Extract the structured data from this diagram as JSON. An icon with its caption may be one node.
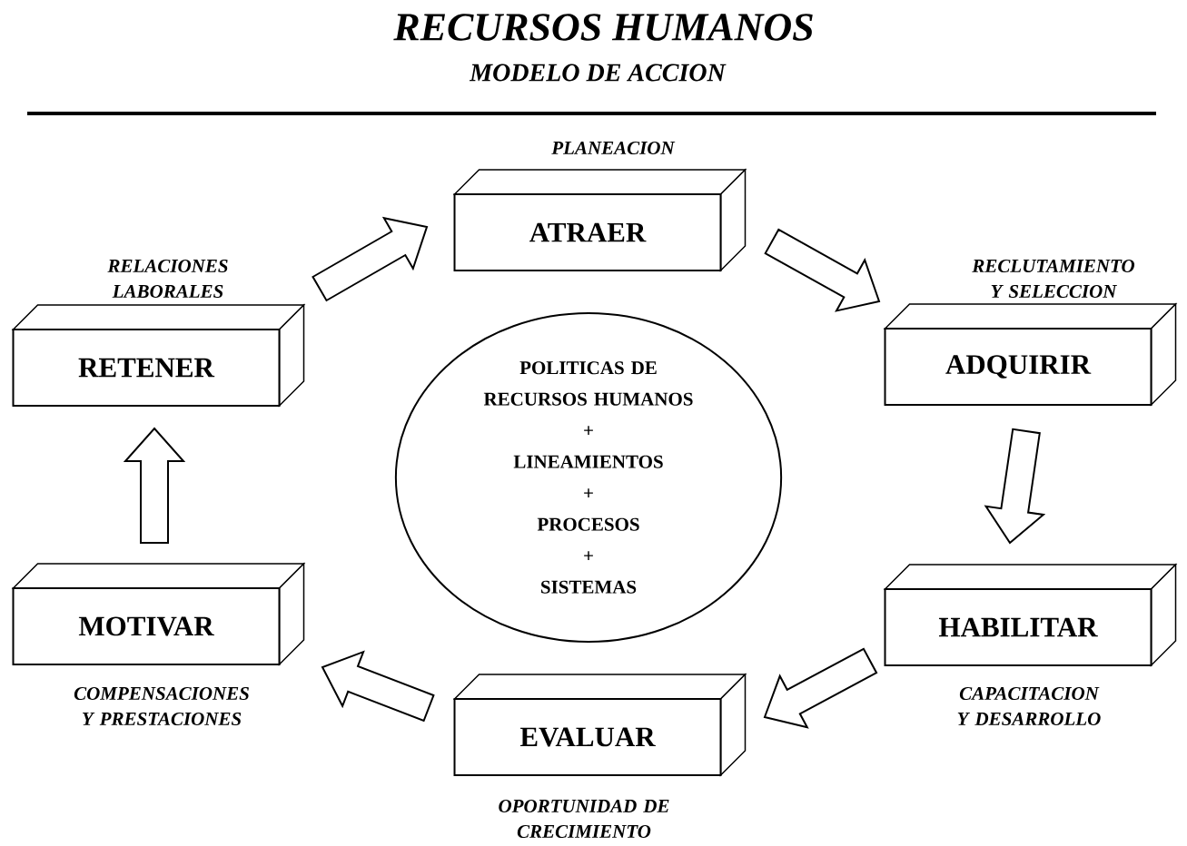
{
  "diagram": {
    "title": "RECURSOS HUMANOS",
    "nodes": [
      {
        "text": [
          "ATRAER"
        ],
        "beside": [
          "PLANEACION"
        ]
      },
      {
        "text": [
          "ADQUIRIR"
        ],
        "beside": [
          "RECLUTAMIENTO Y SELECCION"
        ]
      },
      {
        "text": [
          "HABILITAR"
        ],
        "beside": [
          "CAPACITACION Y DESARROLLO"
        ]
      },
      {
        "text": [
          "EVALUAR"
        ],
        "beside": [
          "OPORTUNIDAD DE CRECIMIENTO"
        ]
      },
      {
        "text": [
          "MOTIVAR"
        ],
        "beside": [
          "COMPENSACIONES Y PRESTACIONES"
        ]
      },
      {
        "text": [
          "RETENER"
        ],
        "beside": [
          "RELACIONES LABORALES"
        ]
      },
      {
        "text": [
          "POLITICAS DE RECURSOS HUMANOS",
          "+",
          "LINEAMIENTOS",
          "+",
          "PROCESOS",
          "+",
          "SISTEMAS"
        ]
      }
    ],
    "edges": [
      {
        "from": 5,
        "to": 0,
        "arrow": "to"
      },
      {
        "from": 0,
        "to": 1,
        "arrow": "to"
      },
      {
        "from": 1,
        "to": 2,
        "arrow": "to"
      },
      {
        "from": 2,
        "to": 3,
        "arrow": "to"
      },
      {
        "from": 3,
        "to": 4,
        "arrow": "to"
      },
      {
        "from": 4,
        "to": 5,
        "arrow": "to"
      }
    ],
    "labels": [
      "MODELO DE ACCION"
    ]
  }
}
